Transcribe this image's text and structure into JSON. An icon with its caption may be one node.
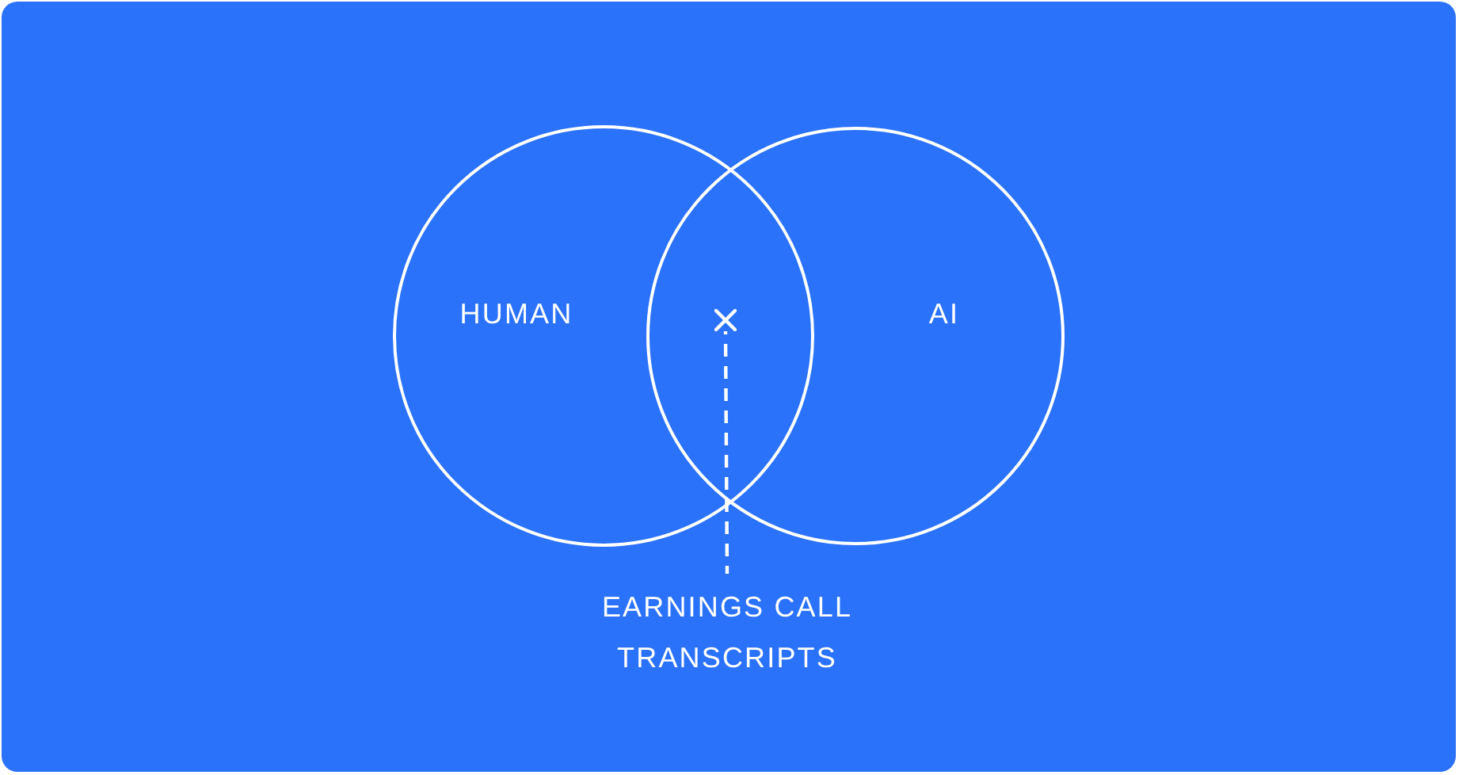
{
  "diagram": {
    "nodes": [
      {
        "text": [
          "HUMAN"
        ]
      },
      {
        "text": [
          "AI"
        ]
      },
      {
        "text": [],
        "shape": "cross"
      },
      {
        "text": [
          "EARNINGS CALL TRANSCRIPTS"
        ]
      }
    ],
    "edges": [
      {
        "from": 3,
        "to": 2,
        "arrow": "none",
        "style": "dashed"
      }
    ]
  }
}
